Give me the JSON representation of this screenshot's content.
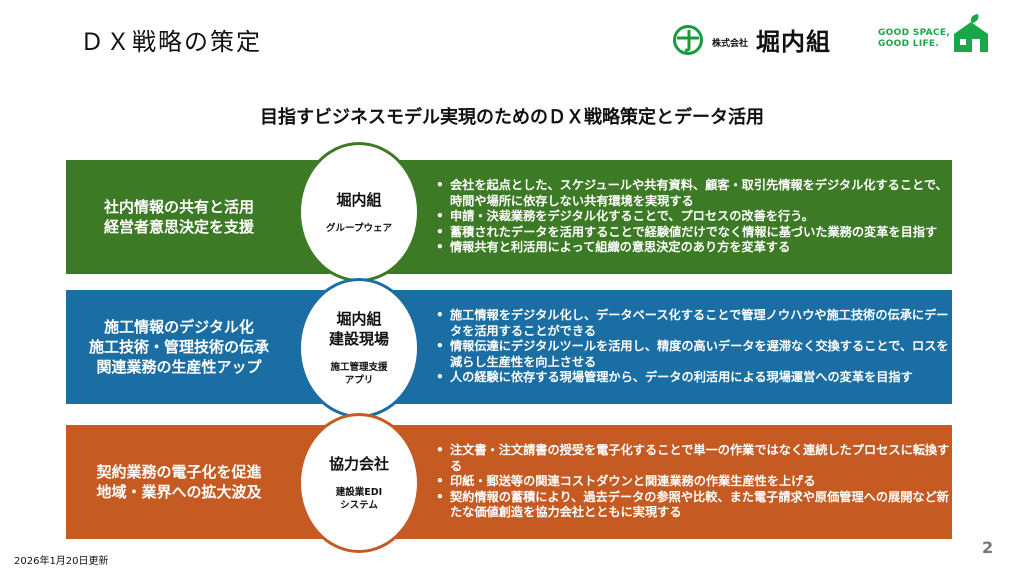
{
  "header": {
    "title": "ＤＸ戦略の策定",
    "company_small": "株式会社",
    "company_name": "堀内組",
    "slogan_line1": "GOOD SPACE,",
    "slogan_line2": "GOOD LIFE."
  },
  "subtitle": "目指すビジネスモデル実現のためのＤＸ戦略策定とデータ活用",
  "rows": [
    {
      "left": [
        "社内情報の共有と活用",
        "経営者意思決定を支援"
      ],
      "center_name": [
        "堀内組"
      ],
      "center_sub": [
        "グループウェア"
      ],
      "bullets": [
        "会社を起点とした、スケジュールや共有資料、顧客・取引先情報をデジタル化することで、時間や場所に依存しない共有環境を実現する",
        "申請・決裁業務をデジタル化することで、プロセスの改善を行う。",
        "蓄積されたデータを活用することで経験値だけでなく情報に基づいた業務の変革を目指す",
        "情報共有と利活用によって組織の意思決定のあり方を変革する"
      ]
    },
    {
      "left": [
        "施工情報のデジタル化",
        "施工技術・管理技術の伝承",
        "関連業務の生産性アップ"
      ],
      "center_name": [
        "堀内組",
        "建設現場"
      ],
      "center_sub": [
        "施工管理支援",
        "アプリ"
      ],
      "bullets": [
        "施工情報をデジタル化し、データベース化することで管理ノウハウや施工技術の伝承にデータを活用することができる",
        "情報伝達にデジタルツールを活用し、精度の高いデータを遅滞なく交換することで、ロスを減らし生産性を向上させる",
        "人の経験に依存する現場管理から、データの利活用による現場運営への変革を目指す"
      ]
    },
    {
      "left": [
        "契約業務の電子化を促進",
        "地域・業界への拡大波及"
      ],
      "center_name": [
        "協力会社"
      ],
      "center_sub": [
        "建設業EDI",
        "システム"
      ],
      "bullets": [
        "注文書・注文請書の授受を電子化することで単一の作業ではなく連続したプロセスに転換する",
        "印紙・郵送等の関連コストダウンと関連業務の作業生産性を上げる",
        "契約情報の蓄積により、過去データの参照や比較、また電子請求や原価管理への展開など新たな価値創造を協力会社とともに実現する"
      ]
    }
  ],
  "footer": {
    "update_date": "2026年1月20日更新",
    "page_number": "2"
  },
  "colors": {
    "row1": "#3d7a25",
    "row2": "#1b6ea3",
    "row3": "#c55a22",
    "brand_green": "#1aa74a"
  },
  "icons": {
    "logo_mark": "horiuchi-logo-mark",
    "house": "house-leaf-icon"
  }
}
